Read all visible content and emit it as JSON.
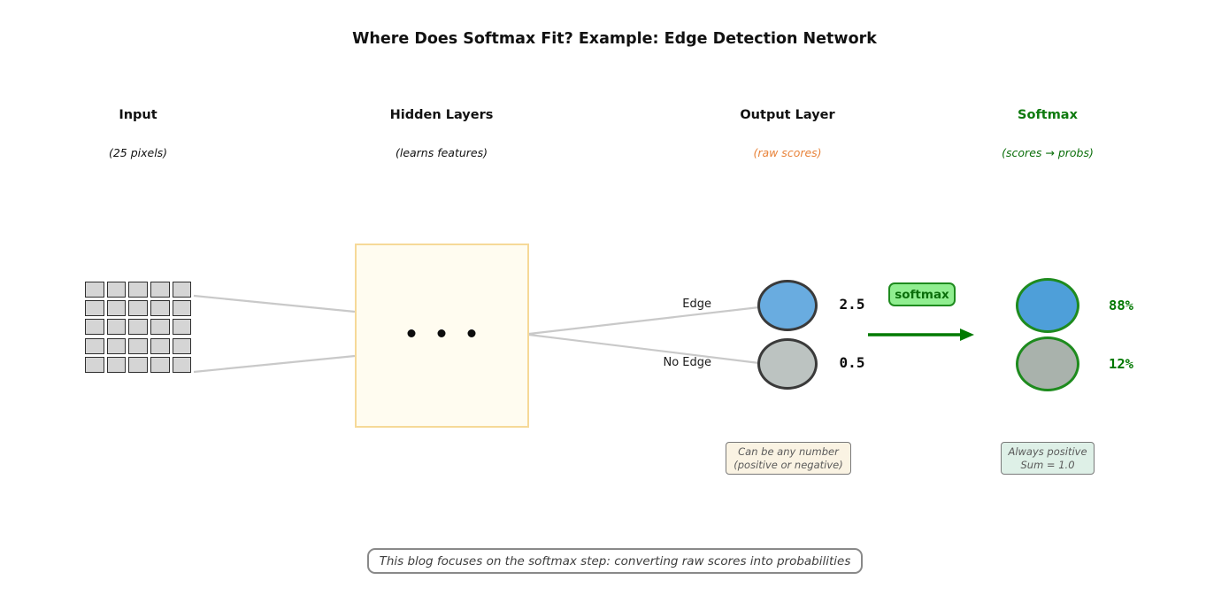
{
  "title": "Where Does Softmax Fit? Example: Edge Detection Network",
  "columns": [
    {
      "label": "Input",
      "sublabel": "(25 pixels)"
    },
    {
      "label": "Hidden Layers",
      "sublabel": "(learns features)"
    },
    {
      "label": "Output Layer",
      "sublabel": "(raw scores)"
    },
    {
      "label": "Softmax",
      "sublabel": "(scores → probs)"
    }
  ],
  "input_grid": {
    "rows": 5,
    "cols": 5
  },
  "output_layer": {
    "neurons": [
      {
        "label": "Edge",
        "score": "2.5"
      },
      {
        "label": "No Edge",
        "score": "0.5"
      }
    ],
    "note": {
      "line1": "Can be any number",
      "line2": "(positive or negative)"
    }
  },
  "softmax": {
    "badge_label": "softmax",
    "neurons": [
      {
        "prob": "88%"
      },
      {
        "prob": "12%"
      }
    ],
    "note": {
      "line1": "Always positive",
      "line2": "Sum = 1.0"
    }
  },
  "footer_note": "This blog focuses on the softmax step: converting raw scores into probabilities",
  "colors": {
    "edge_neuron_blue": "#69ace0",
    "softmax_edge_neuron_blue": "#4e9fd9",
    "no_edge_neuron_gray": "#bcc3c1",
    "softmax_no_edge_neuron_gray": "#a9b2ac",
    "neuron_border_dark": "#3a3a3a",
    "softmax_green_border": "#1e8b1e",
    "softmax_header_green": "#0e7a0e",
    "prob_text_green": "#007800",
    "raw_scores_orange": "#e8833a",
    "badge_fill_green": "#90ee90",
    "hidden_box_fill": "#fffcf0",
    "hidden_box_border": "#f6d998",
    "connector_gray": "#c9c9c9"
  }
}
